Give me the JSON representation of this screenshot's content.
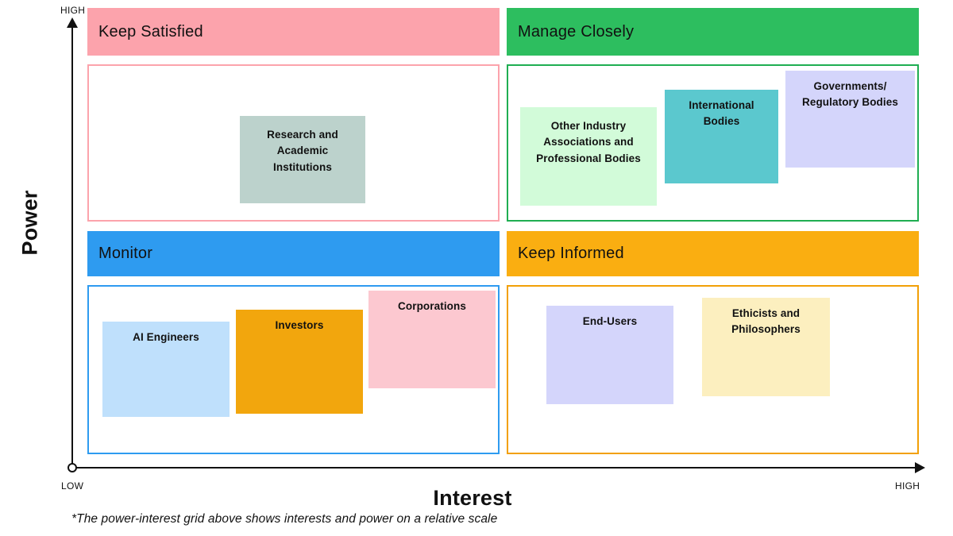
{
  "chart_data": {
    "type": "scatter",
    "title": "",
    "xlabel": "Interest",
    "ylabel": "Power",
    "x_ticks": [
      "LOW",
      "HIGH"
    ],
    "y_ticks": [
      "HIGH"
    ],
    "grid": false,
    "legend": "none",
    "footnote": "*The power-interest grid above shows interests and power on a relative scale",
    "quadrants": [
      {
        "id": "keep-satisfied",
        "label": "Keep Satisfied",
        "position": "top-left",
        "power": "HIGH",
        "interest": "LOW",
        "header_color": "#FCA3AC",
        "border_color": "#FCA3AC",
        "items": [
          {
            "label": "Research and Academic Institutions",
            "color": "#BCD2CC",
            "x": 190,
            "y": 63,
            "width": 158,
            "height": 110
          }
        ]
      },
      {
        "id": "manage-closely",
        "label": "Manage Closely",
        "position": "top-right",
        "power": "HIGH",
        "interest": "HIGH",
        "header_color": "#2DBE5F",
        "border_color": "#1FAE52",
        "items": [
          {
            "label": "Other Industry Associations and Professional Bodies",
            "color": "#D2FBD9",
            "x": 15,
            "y": 52,
            "width": 172,
            "height": 124
          },
          {
            "label": "International Bodies",
            "color": "#5BC8CE",
            "x": 197,
            "y": 30,
            "width": 143,
            "height": 118
          },
          {
            "label": "Governments/ Regulatory Bodies",
            "color": "#D4D5FB",
            "x": 349,
            "y": 6,
            "width": 163,
            "height": 122
          }
        ]
      },
      {
        "id": "monitor",
        "label": "Monitor",
        "position": "bottom-left",
        "power": "LOW",
        "interest": "LOW",
        "header_color": "#2E9BF0",
        "border_color": "#2E9BF0",
        "items": [
          {
            "label": "AI Engineers",
            "color": "#BFE0FC",
            "x": 17,
            "y": 44,
            "width": 160,
            "height": 120
          },
          {
            "label": "Investors",
            "color": "#F2A60D",
            "x": 185,
            "y": 29,
            "width": 160,
            "height": 131
          },
          {
            "label": "Corporations",
            "color": "#FCC8D0",
            "x": 352,
            "y": 5,
            "width": 160,
            "height": 123
          }
        ]
      },
      {
        "id": "keep-informed",
        "label": "Keep Informed",
        "position": "bottom-right",
        "power": "LOW",
        "interest": "HIGH",
        "header_color": "#FAAE11",
        "border_color": "#F2A007",
        "items": [
          {
            "label": "End-Users",
            "color": "#D4D5FB",
            "x": 48,
            "y": 24,
            "width": 160,
            "height": 124
          },
          {
            "label": "Ethicists and Philosophers",
            "color": "#FCEFBF",
            "x": 244,
            "y": 14,
            "width": 161,
            "height": 124
          }
        ]
      }
    ]
  },
  "axes": {
    "y_title": "Power",
    "x_title": "Interest",
    "y_high": "HIGH",
    "x_low": "LOW",
    "x_high": "HIGH"
  },
  "footnote": {
    "text": "*The power-interest grid above shows interests and power on a relative scale"
  }
}
